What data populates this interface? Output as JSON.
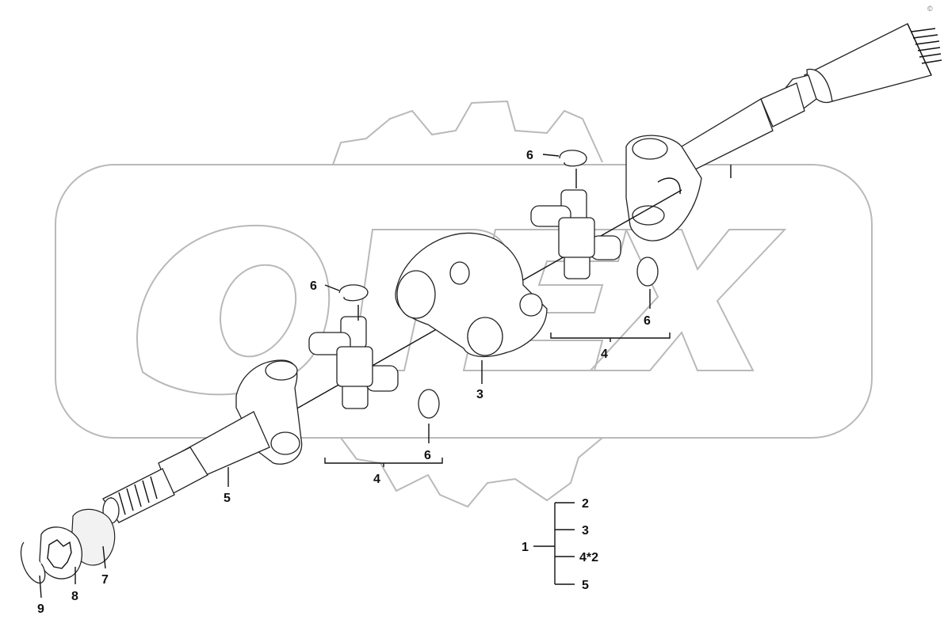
{
  "diagram": {
    "watermark": "OPEX",
    "corner_mark": "©",
    "callouts": {
      "c6a": "6",
      "c6b": "6",
      "c6c": "6",
      "c6d": "6",
      "c3": "3",
      "c4a": "4",
      "c4b": "4",
      "c5": "5",
      "c7": "7",
      "c8": "8",
      "c9": "9"
    },
    "legend": {
      "root": "1",
      "items": [
        "2",
        "3",
        "4*2",
        "5"
      ]
    }
  }
}
